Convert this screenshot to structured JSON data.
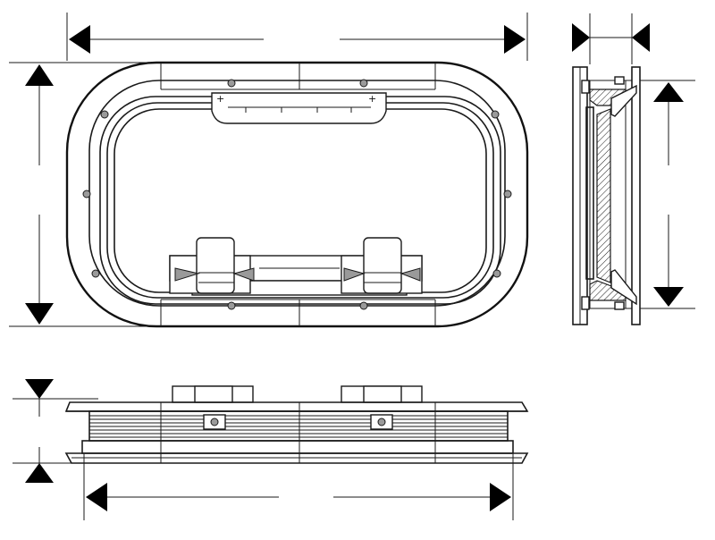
{
  "drawing": {
    "views": [
      "front-view",
      "side-section-view",
      "bottom-view"
    ],
    "dimension_labels": []
  },
  "colors": {
    "line": "#1a1a1a",
    "background": "#ffffff",
    "arrow": "#000000"
  }
}
